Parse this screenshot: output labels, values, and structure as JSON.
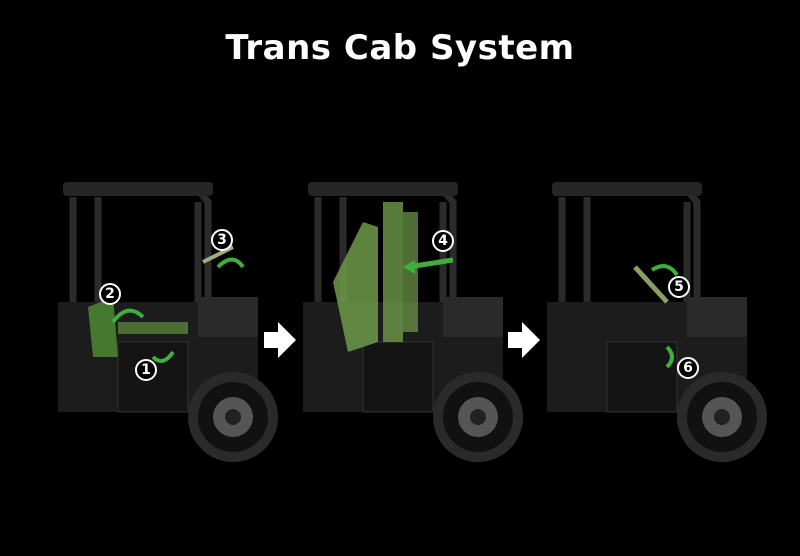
{
  "title": "Trans Cab System",
  "colors": {
    "background": "#000000",
    "highlight": "#3fae3a",
    "seat_green": "#6f9a4a",
    "arrow": "#ffffff"
  },
  "panels": [
    {
      "steps": [
        "1",
        "2",
        "3"
      ]
    },
    {
      "steps": [
        "4"
      ]
    },
    {
      "steps": [
        "5",
        "6"
      ]
    }
  ]
}
